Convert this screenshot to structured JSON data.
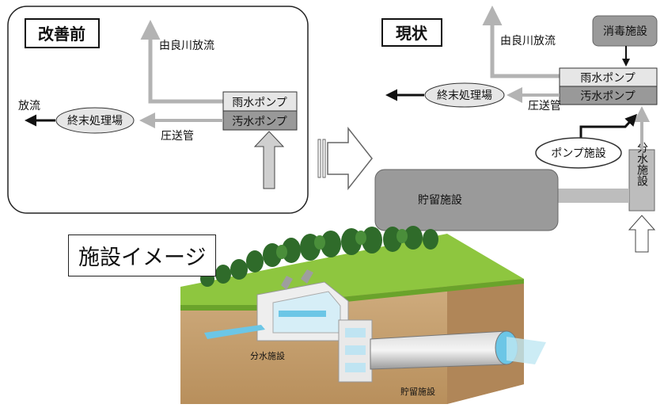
{
  "before": {
    "title": "改善前",
    "river_discharge": "由良川放流",
    "rain_pump": "雨水ポンプ",
    "sewage_pump": "汚水ポンプ",
    "treatment_plant": "終末処理場",
    "discharge": "放流",
    "pipe": "圧送管"
  },
  "current": {
    "title": "現状",
    "river_discharge": "由良川放流",
    "disinfection": "消毒施設",
    "rain_pump": "雨水ポンプ",
    "sewage_pump": "汚水ポンプ",
    "treatment_plant": "終末処理場",
    "pipe": "圧送管",
    "pump_facility": "ポンプ施設",
    "storage": "貯留施設",
    "diversion": "分水施設"
  },
  "image": {
    "caption": "施設イメージ",
    "diversion_label": "分水施設",
    "storage_label": "貯留施設"
  },
  "colors": {
    "arrow_gray": "#b3b3b3",
    "box_gray": "#999999",
    "light_gray": "#cccccc",
    "grass": "#8ec63f",
    "soil": "#c8a57a",
    "water": "#6cc6e6"
  }
}
